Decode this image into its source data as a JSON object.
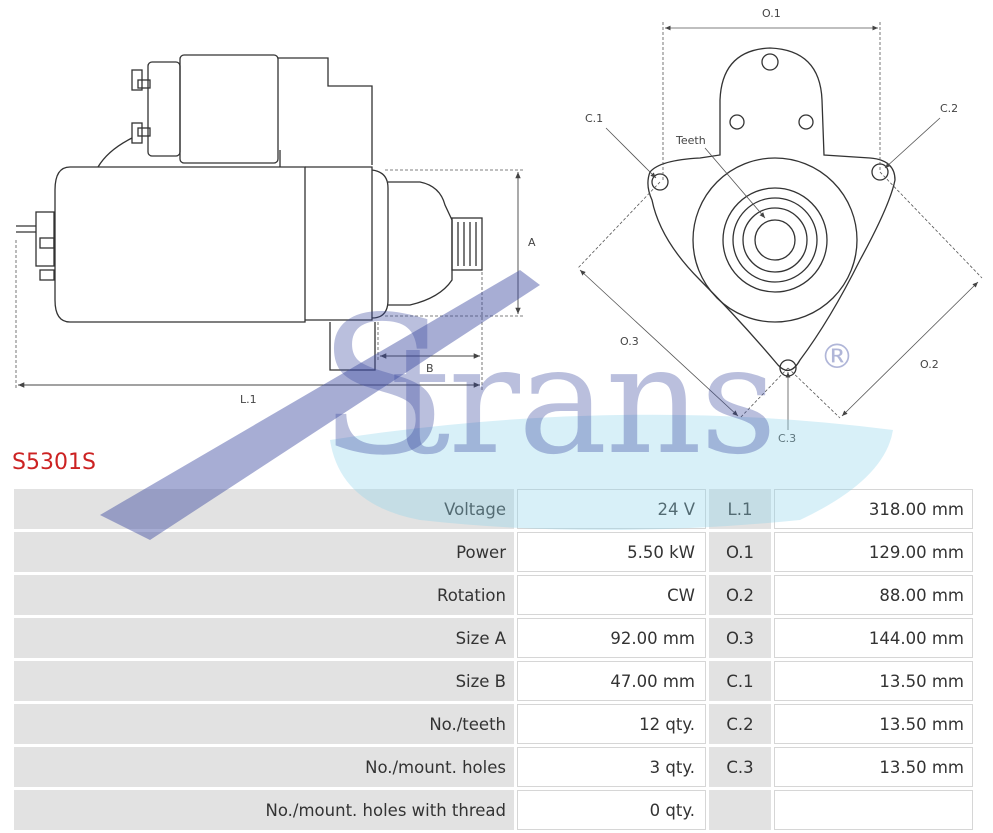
{
  "drawing": {
    "side_view": {
      "dim_a": "A",
      "dim_b": "B",
      "dim_l1": "L.1"
    },
    "front_view": {
      "dim_o1": "O.1",
      "dim_o2": "O.2",
      "dim_o3": "O.3",
      "dim_c1": "C.1",
      "dim_c2": "C.2",
      "dim_c3": "C.3",
      "teeth": "Teeth"
    }
  },
  "watermark": {
    "text": "Strans",
    "mark": "®",
    "color": "#3b4aa0"
  },
  "product": {
    "code": "S5301S",
    "code_color": "#cc2222"
  },
  "specs": [
    {
      "label": "Voltage",
      "value": "24 V",
      "dim": "L.1",
      "dim_value": "318.00 mm"
    },
    {
      "label": "Power",
      "value": "5.50 kW",
      "dim": "O.1",
      "dim_value": "129.00 mm"
    },
    {
      "label": "Rotation",
      "value": "CW",
      "dim": "O.2",
      "dim_value": "88.00 mm"
    },
    {
      "label": "Size A",
      "value": "92.00 mm",
      "dim": "O.3",
      "dim_value": "144.00 mm"
    },
    {
      "label": "Size B",
      "value": "47.00 mm",
      "dim": "C.1",
      "dim_value": "13.50 mm"
    },
    {
      "label": "No./teeth",
      "value": "12 qty.",
      "dim": "C.2",
      "dim_value": "13.50 mm"
    },
    {
      "label": "No./mount. holes",
      "value": "3 qty.",
      "dim": "C.3",
      "dim_value": "13.50 mm"
    },
    {
      "label": "No./mount. holes with thread",
      "value": "0 qty.",
      "dim": "",
      "dim_value": ""
    }
  ]
}
